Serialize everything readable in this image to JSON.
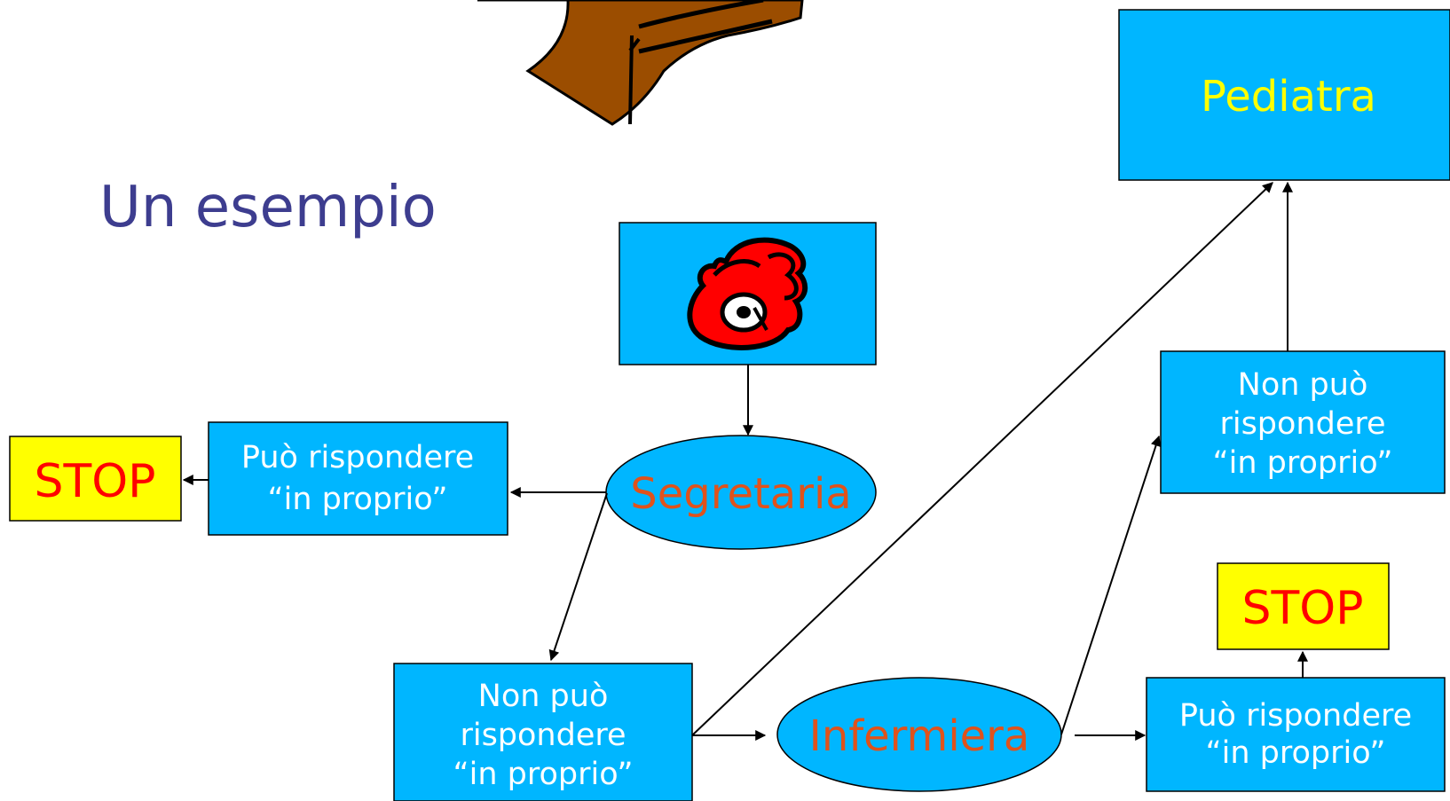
{
  "slide": {
    "title": "Un esempio"
  },
  "colors": {
    "box_fill": "#00B6FF",
    "stop_fill": "#FFFF00",
    "stop_text": "#FF0000",
    "title_text": "#3D3D8F",
    "pediatra_text": "#FFFF00",
    "role_text": "#E0521B",
    "white_text": "#FFFFFF"
  },
  "nodes": {
    "pediatra": "Pediatra",
    "segretaria": "Segretaria",
    "infermiera": "Infermiera",
    "stop_left": "STOP",
    "stop_right": "STOP",
    "sec_can_answer": {
      "line1": "Può rispondere",
      "line2": "“in proprio”"
    },
    "sec_cannot_answer": {
      "line1": "Non può",
      "line2": "rispondere",
      "line3": "“in proprio”"
    },
    "inf_cannot_answer": {
      "line1": "Non può",
      "line2": "rispondere",
      "line3": "“in proprio”"
    },
    "inf_can_answer": {
      "line1": "Può rispondere",
      "line2": "“in proprio”"
    }
  },
  "icons": {
    "telephone": "telephone-icon",
    "clipart": "wooden-clipart"
  }
}
